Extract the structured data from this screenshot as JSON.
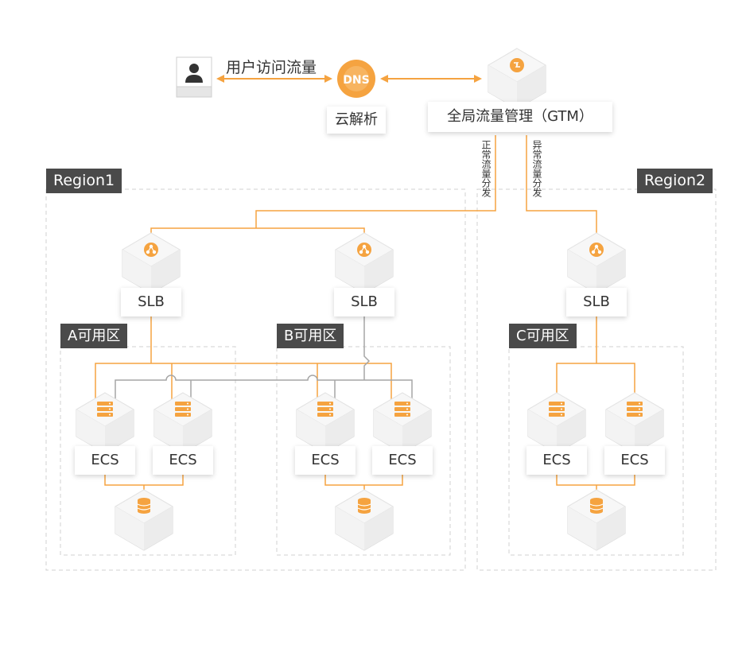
{
  "user": {
    "icon": "user-icon",
    "flow_label": "用户访问流量"
  },
  "dns": {
    "icon_text": "DNS",
    "label": "云解析"
  },
  "gtm": {
    "icon": "gtm-icon",
    "label": "全局流量管理（GTM）"
  },
  "flows": {
    "normal": "正常流量分发",
    "abnormal": "异常流量分发"
  },
  "regions": [
    {
      "label": "Region1"
    },
    {
      "label": "Region2"
    }
  ],
  "zones": [
    {
      "label": "A可用区"
    },
    {
      "label": "B可用区"
    },
    {
      "label": "C可用区"
    }
  ],
  "slb_label": "SLB",
  "ecs_label": "ECS",
  "icons": {
    "slb": "load-balancer-icon",
    "ecs": "server-icon",
    "db": "database-icon"
  },
  "colors": {
    "accent": "#f5a340",
    "label_bg": "#4a4a4a",
    "line_gray": "#a6a6a6",
    "border": "#d8d8d8"
  }
}
